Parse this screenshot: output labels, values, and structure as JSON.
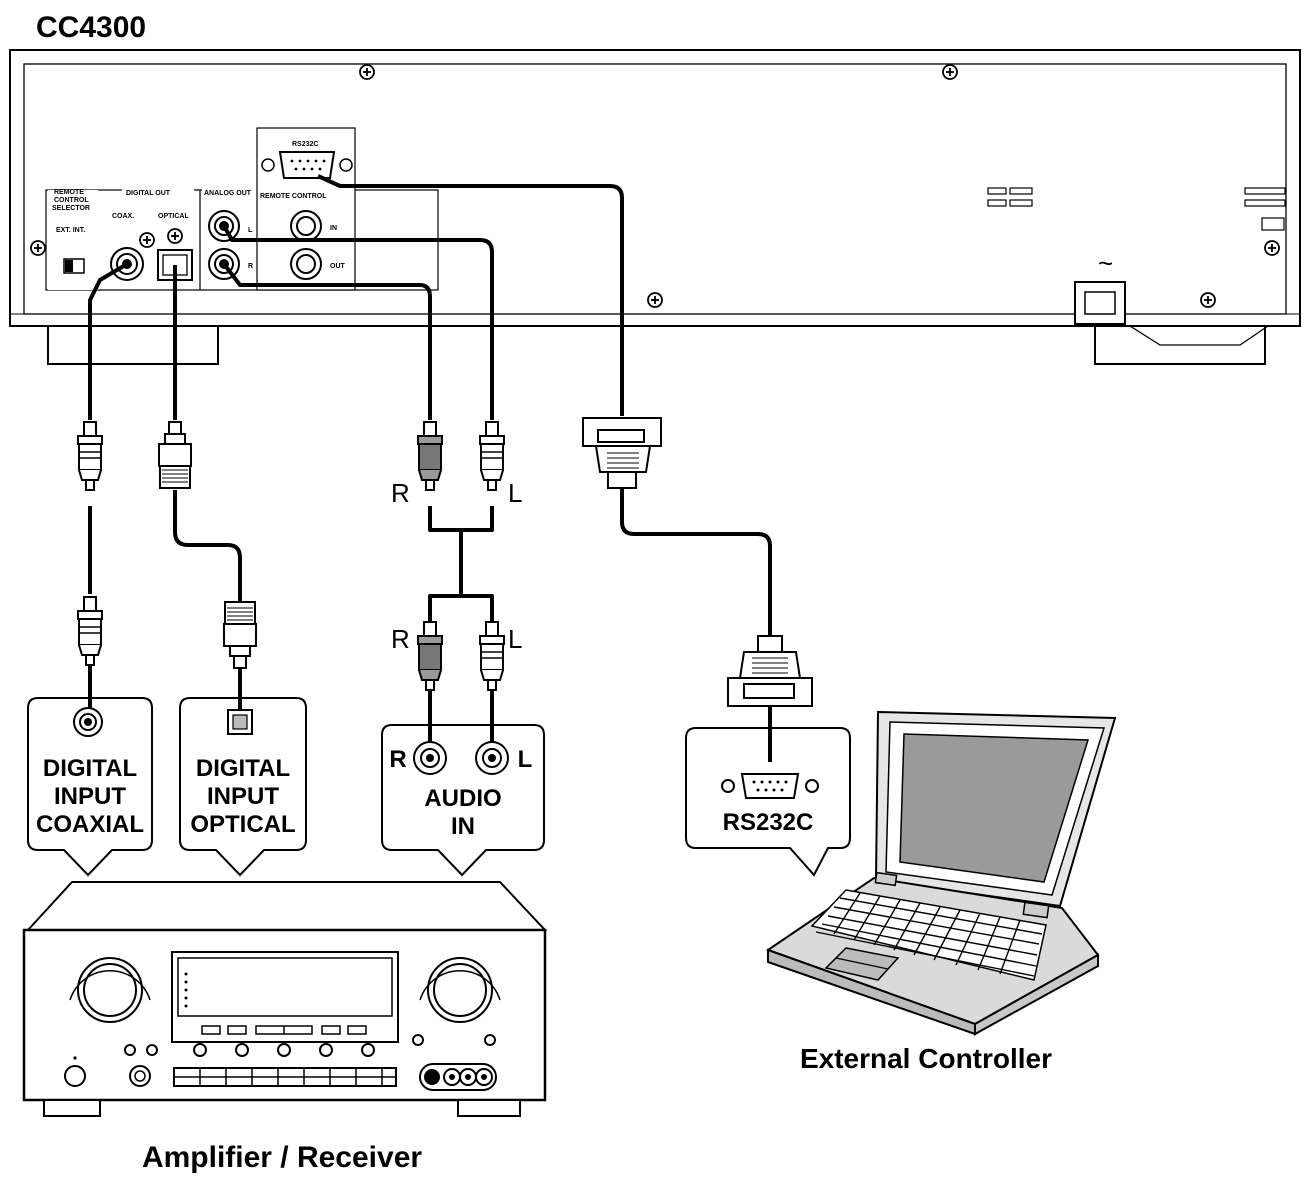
{
  "title": "CC4300",
  "rear_panel": {
    "remote_control_selector": [
      "REMOTE",
      "CONTROL",
      "SELECTOR"
    ],
    "ext_int": "EXT. INT.",
    "digital_out": "DIGITAL OUT",
    "coax": "COAX.",
    "optical": "OPTICAL",
    "analog_out": "ANALOG OUT",
    "rs232c": "RS232C",
    "remote_control": "REMOTE CONTROL",
    "in": "IN",
    "out": "OUT",
    "l": "L",
    "r": "R",
    "ac_symbol": "~"
  },
  "cable_labels": {
    "r_upper": "R",
    "l_upper": "L",
    "r_lower": "R",
    "l_lower": "L"
  },
  "callouts": {
    "coaxial": [
      "DIGITAL",
      "INPUT",
      "COAXIAL"
    ],
    "optical": [
      "DIGITAL",
      "INPUT",
      "OPTICAL"
    ],
    "audio_in": [
      "AUDIO",
      "IN"
    ],
    "audio_r": "R",
    "audio_l": "L",
    "rs232c": "RS232C"
  },
  "devices": {
    "amplifier": "Amplifier / Receiver",
    "controller": "External Controller"
  }
}
